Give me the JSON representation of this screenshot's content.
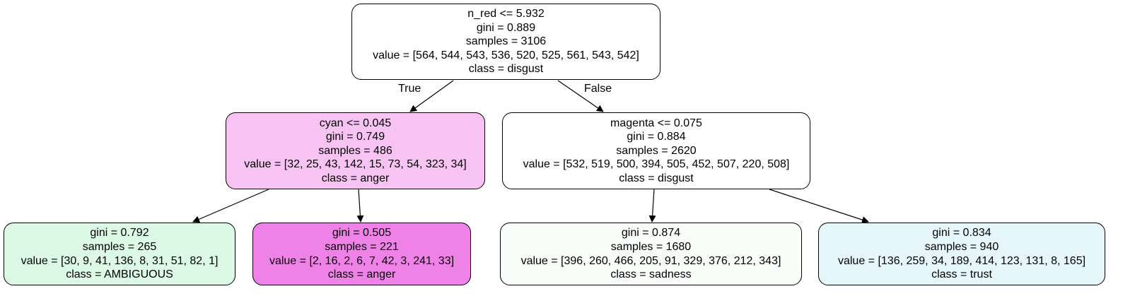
{
  "tree": {
    "nodes": [
      {
        "id": "root",
        "lines": [
          "n_red <= 5.932",
          "gini = 0.889",
          "samples = 3106",
          "value = [564, 544, 543, 536, 520, 525, 561, 543, 542]",
          "class = disgust"
        ],
        "fill": "#ffffff"
      },
      {
        "id": "left",
        "lines": [
          "cyan <= 0.045",
          "gini = 0.749",
          "samples = 486",
          "value = [32, 25, 43, 142, 15, 73, 54, 323, 34]",
          "class = anger"
        ],
        "fill": "#f7c3f3"
      },
      {
        "id": "right",
        "lines": [
          "magenta <= 0.075",
          "gini = 0.884",
          "samples = 2620",
          "value = [532, 519, 500, 394, 505, 452, 507, 220, 508]",
          "class = disgust"
        ],
        "fill": "#ffffff"
      },
      {
        "id": "ll",
        "lines": [
          "gini = 0.792",
          "samples = 265",
          "value = [30, 9, 41, 136, 8, 31, 51, 82, 1]",
          "class = AMBIGUOUS"
        ],
        "fill": "#dcf9e6"
      },
      {
        "id": "lr",
        "lines": [
          "gini = 0.505",
          "samples = 221",
          "value = [2, 16, 2, 6, 7, 42, 3, 241, 33]",
          "class = anger"
        ],
        "fill": "#ef82e7"
      },
      {
        "id": "rl",
        "lines": [
          "gini = 0.874",
          "samples = 1680",
          "value = [396, 260, 466, 205, 91, 329, 376, 212, 343]",
          "class = sadness"
        ],
        "fill": "#f8fdf9"
      },
      {
        "id": "rr",
        "lines": [
          "gini = 0.834",
          "samples = 940",
          "value = [136, 259, 34, 189, 414, 123, 131, 8, 165]",
          "class = trust"
        ],
        "fill": "#e5f7fb"
      }
    ],
    "edges": [
      {
        "from": "root",
        "to": "left",
        "label": "True"
      },
      {
        "from": "root",
        "to": "right",
        "label": "False"
      },
      {
        "from": "left",
        "to": "ll",
        "label": ""
      },
      {
        "from": "left",
        "to": "lr",
        "label": ""
      },
      {
        "from": "right",
        "to": "rl",
        "label": ""
      },
      {
        "from": "right",
        "to": "rr",
        "label": ""
      }
    ]
  }
}
